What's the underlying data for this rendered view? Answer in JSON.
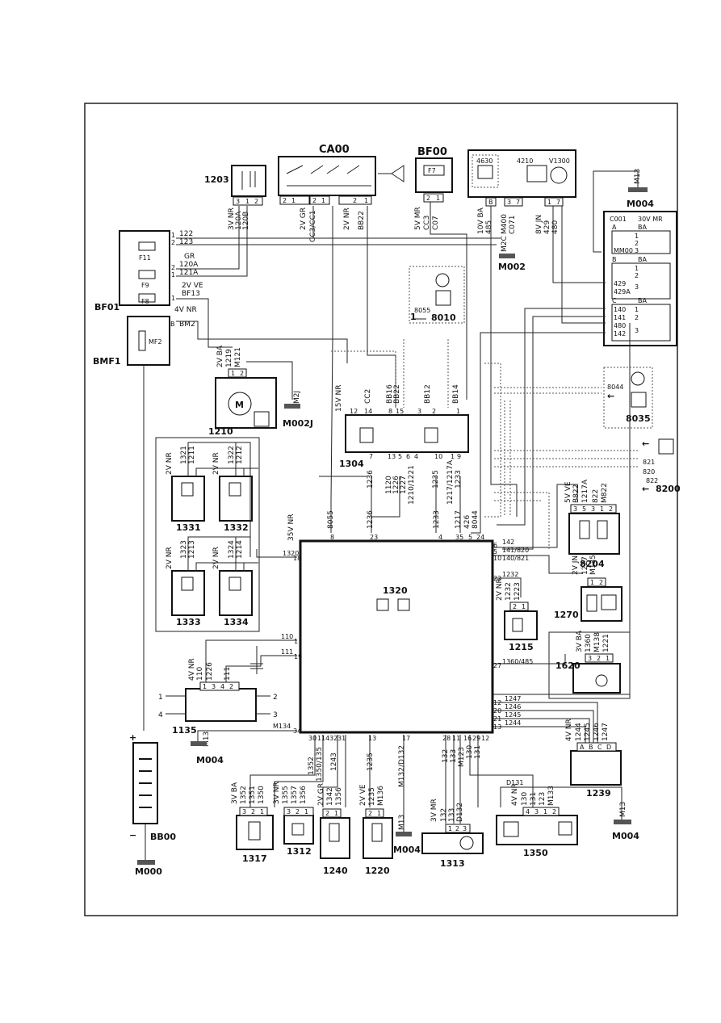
{
  "components": {
    "CA00": "CA00",
    "BF00": "BF00",
    "F7": "F7",
    "C1203": "1203",
    "C4630": "4630",
    "C4210": "4210",
    "V1300": "V1300",
    "M004a": "M004",
    "M002": "M002",
    "C001": "C001",
    "C001_spec": "30V MR",
    "BF01": "BF01",
    "F11": "F11",
    "F9": "F9",
    "F8": "F8",
    "BMF1": "BMF1",
    "MF2": "MF2",
    "C1210": "1210",
    "M002J": "M002J",
    "C1304": "1304",
    "C8010": "8010",
    "C8055": "8055",
    "C8044": "8044",
    "C8035": "8035",
    "C8200": "8200",
    "C1331": "1331",
    "C1332": "1332",
    "C1333": "1333",
    "C1334": "1334",
    "C1320": "1320",
    "C8204": "8204",
    "C1270": "1270",
    "C1215": "1215",
    "C1620": "1620",
    "C1135": "1135",
    "M004b": "M004",
    "M004c": "M004",
    "C1239": "1239",
    "M004d": "M004",
    "BB00": "BB00",
    "M000": "M000",
    "C1317": "1317",
    "C1312": "1312",
    "C1240": "1240",
    "C1220": "1220",
    "C1313": "1313",
    "C1350": "1350"
  },
  "wires": {
    "w122": "122",
    "w123": "123",
    "wGR": "GR",
    "w120A": "120A",
    "w121A": "121A",
    "w2VVE": "2V VE",
    "wBF13": "BF13",
    "w4VNR": "4V NR",
    "wBM2": "BM2",
    "w1203spec": "3V NR",
    "w120A_b": "120A",
    "w120B": "120B",
    "wCA2V": "2V GR",
    "wCC3CC1": "CC3/CC1",
    "wCA2VNR": "2V NR",
    "wBB22": "BB22",
    "wBF5V": "5V MR",
    "wCC3": "CC3",
    "wC07": "C07",
    "w10VBA": "10V BA",
    "w485": "485",
    "wM400": "M400",
    "wC071": "C071",
    "w8VJN": "8V JN",
    "w429": "429",
    "w480": "480",
    "wM2C": "M2C",
    "w1210spec": "2V BA",
    "w1219": "1219",
    "wM121": "M121",
    "wM2J": "M2J",
    "w15VNR": "15V NR",
    "wCC2": "CC2",
    "wBB16": "BB16",
    "wBB22b": "BB22",
    "wBB12": "BB12",
    "wBB14": "BB14",
    "w1236": "1236",
    "w1120": "1120",
    "w1226": "1226",
    "w1227": "1227",
    "w1210_1221": "1210/1221",
    "w1235": "1235",
    "w1217": "1217",
    "w1217A": "1217/1217A",
    "w1233": "1233",
    "w8055": "8055",
    "w35VNR": "35V NR",
    "w426": "426",
    "w8044": "8044",
    "w142": "142",
    "w141_820": "141/820",
    "w140_821": "140/821",
    "w1232": "1232",
    "w1360_485": "1360/485",
    "w1247": "1247",
    "w1246": "1246",
    "w1245": "1245",
    "w1244": "1244",
    "w110": "110",
    "w111": "111",
    "wM134": "M134",
    "w1320": "1320",
    "wM13": "M13",
    "wD131": "D131",
    "w8821": "821",
    "w8820": "820",
    "w8822": "822",
    "w8204spec": "5V VE",
    "wB822": "B822",
    "w1217A_b": "1217A",
    "w822": "822",
    "wM822": "M822",
    "w1270spec": "2V JN",
    "w1227b": "1227",
    "wM135": "M135",
    "w1215spec": "2V NR",
    "w1232b": "1232",
    "w1223": "1223",
    "w1620spec": "3V BA",
    "w1360": "1360",
    "wM138": "M138",
    "w1221": "1221",
    "w1239spec": "4V NR",
    "w1317spec": "3V BA",
    "w1352": "1352",
    "w1351": "1351",
    "w1350": "1350",
    "w1312spec": "3V NR",
    "w1355": "1355",
    "w1357": "1357",
    "w1356": "1356",
    "w1240spec": "2V GR",
    "w1342": "1342",
    "w1356b": "1356",
    "w1220spec": "2V VE",
    "w1235b": "1235",
    "wM136": "M136",
    "w1313spec": "3V MR",
    "w132": "132",
    "w133": "133",
    "wD132": "D132",
    "w1350spec": "4V NR",
    "w130": "130",
    "w131": "131",
    "w123b": "123",
    "wM133": "M133",
    "w1331spec": "2V NR",
    "w1321": "1321",
    "w1211": "1211",
    "w1332spec": "2V NR",
    "w1322": "1322",
    "w1212": "1212",
    "w1333spec": "2V NR",
    "w1323": "1323",
    "w1213": "1213",
    "w1334spec": "2V NR",
    "w1324": "1324",
    "w1214": "1214",
    "w1135spec": "4V NR",
    "w1352_1350": "1350/135",
    "w1243": "1243",
    "wM132_D132": "M132/D132",
    "wM123": "M123",
    "cBA": "BA",
    "cA": "A",
    "cB": "B",
    "cC": "C",
    "c429A": "429A",
    "cMM00": "MM00",
    "c140": "140",
    "c141": "141",
    "c480": "480",
    "c142": "142",
    "c429": "429"
  },
  "pins": {
    "p1": "1",
    "p2": "2",
    "p3": "3",
    "p4": "4",
    "p5": "5",
    "p6": "6",
    "p7": "7",
    "p8": "8",
    "p9": "9",
    "p10": "10",
    "p11": "11",
    "p12": "12",
    "p13": "13",
    "p14": "14",
    "p15": "15",
    "p16": "16",
    "p17": "17",
    "p18": "18",
    "p19": "19",
    "p20": "20",
    "p21": "21",
    "p22": "22",
    "p23": "23",
    "p24": "24",
    "p26": "26",
    "p27": "27",
    "p28": "28",
    "p29": "29",
    "p30": "30",
    "p31": "31",
    "p32": "32",
    "p34": "34",
    "p35": "35",
    "pB": "B",
    "pA": "A",
    "pC": "C",
    "pD": "D",
    "plus": "+",
    "minus": "−"
  }
}
